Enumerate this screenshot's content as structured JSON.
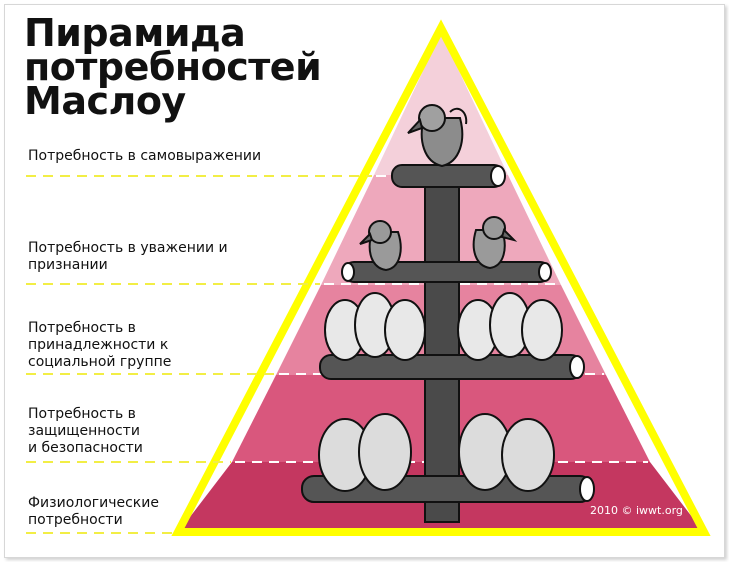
{
  "title_lines": [
    "Пирамида",
    "потребностей",
    "Маслоу"
  ],
  "levels": [
    {
      "lines": [
        "Потребность в самовыражении"
      ]
    },
    {
      "lines": [
        "Потребность в уважении и",
        "признании"
      ]
    },
    {
      "lines": [
        "Потребность в",
        "принадлежности к",
        "социальной группе"
      ]
    },
    {
      "lines": [
        "Потребность в",
        "защищенности",
        "и безопасности"
      ]
    },
    {
      "lines": [
        "Физиологические",
        "потребности"
      ]
    }
  ],
  "credit": "2010 © iwwt.org",
  "colors": {
    "outline": "#ffff00",
    "level_1": "#f4d0da",
    "level_2": "#eea8bc",
    "level_3": "#e6839f",
    "level_4": "#d9577d",
    "level_5": "#c43760",
    "dash": "#f2ee45",
    "pole": "#4a4a4a"
  }
}
